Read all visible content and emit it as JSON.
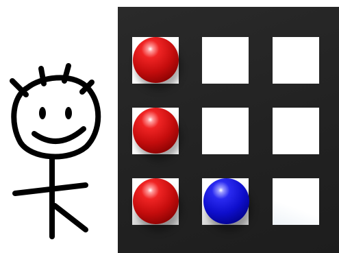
{
  "player_avatar": {
    "icon": "stick-figure-smiley-icon",
    "ink_color": "#000000"
  },
  "board": {
    "rows": 3,
    "cols": 3,
    "background_color": "#242424",
    "cell_color": "#ffffff",
    "pieces": [
      {
        "row": 1,
        "col": 1,
        "color": "red"
      },
      {
        "row": 2,
        "col": 1,
        "color": "red"
      },
      {
        "row": 3,
        "col": 1,
        "color": "red"
      },
      {
        "row": 3,
        "col": 2,
        "color": "blue"
      }
    ],
    "piece_colors": {
      "red": "#e01b1b",
      "blue": "#1616dc"
    }
  }
}
